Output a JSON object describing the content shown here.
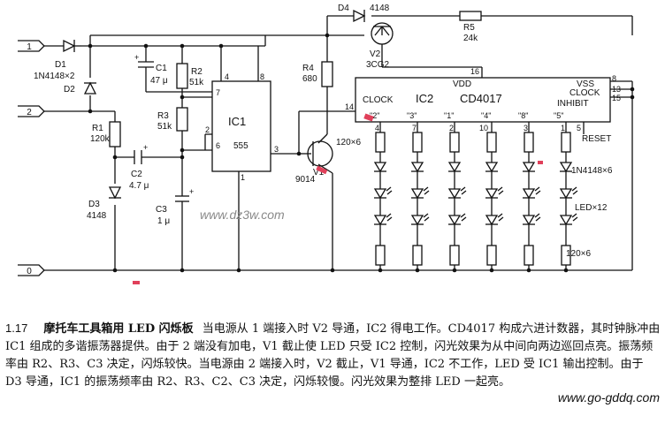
{
  "terminals": [
    "1",
    "2",
    "0"
  ],
  "components": {
    "D1": "D1",
    "D1_val": "1N4148×2",
    "D2": "D2",
    "C1": "C1",
    "C1_val": "47 μ",
    "R1": "R1",
    "R1_val": "120k",
    "R2": "R2",
    "R2_val": "51k",
    "R3": "R3",
    "R3_val": "51k",
    "C2": "C2",
    "C2_val": "4.7 μ",
    "D3": "D3",
    "D3_val": "4148",
    "C3": "C3",
    "C3_val": "1 μ",
    "D4": "D4",
    "D4_val": "4148",
    "R5": "R5",
    "R5_val": "24k",
    "V2": "V2",
    "V2_val": "3CG2",
    "R4": "R4",
    "R4_val": "680",
    "V1": "V1",
    "V1_val": "9014",
    "R_led_top": "120×6",
    "R_led_bot": "120×6",
    "D_led": "1N4148×6",
    "LED": "LED×12"
  },
  "ic1": {
    "name": "IC1",
    "type": "555",
    "pins": [
      "4",
      "8",
      "7",
      "2",
      "6",
      "3",
      "1"
    ]
  },
  "ic2": {
    "name": "IC2",
    "type": "CD4017",
    "clock_label": "CLOCK",
    "vdd": "VDD",
    "vss": "VSS",
    "clock_right": "CLOCK",
    "inhibit": "INHIBIT",
    "reset": "RESET",
    "outputs": [
      "\"2\"",
      "\"3\"",
      "\"1\"",
      "\"4\"",
      "\"8\"",
      "\"5\""
    ],
    "pins": [
      "4",
      "7",
      "2",
      "10",
      "3",
      "1"
    ],
    "pin_vdd": "16",
    "pin_clk": "14",
    "pin_vss": "8",
    "pin_13": "13",
    "pin_15": "15",
    "pin_reset": "5"
  },
  "watermark": "www.dz3w.com",
  "caption": {
    "number": "1.17",
    "title": "摩托车工具箱用 LED 闪烁板",
    "text": "当电源从 1 端接入时 V2 导通，IC2 得电工作。CD4017 构成六进计数器，其时钟脉冲由 IC1 组成的多谐振荡器提供。由于 2 端没有加电，V1 截止使 LED 只受 IC2 控制，闪光效果为从中间向两边巡回点亮。振荡频率由 R2、R3、C3 决定，闪烁较快。当电源由 2 端接入时，V2 截止，V1 导通，IC2 不工作，LED 受 IC1 输出控制。由于 D3 导通，IC1 的振荡频率由 R2、R3、C2、C3 决定，闪烁较慢。闪光效果为整排 LED 一起亮。"
  },
  "footer_watermark": "www.go-gddq.com"
}
